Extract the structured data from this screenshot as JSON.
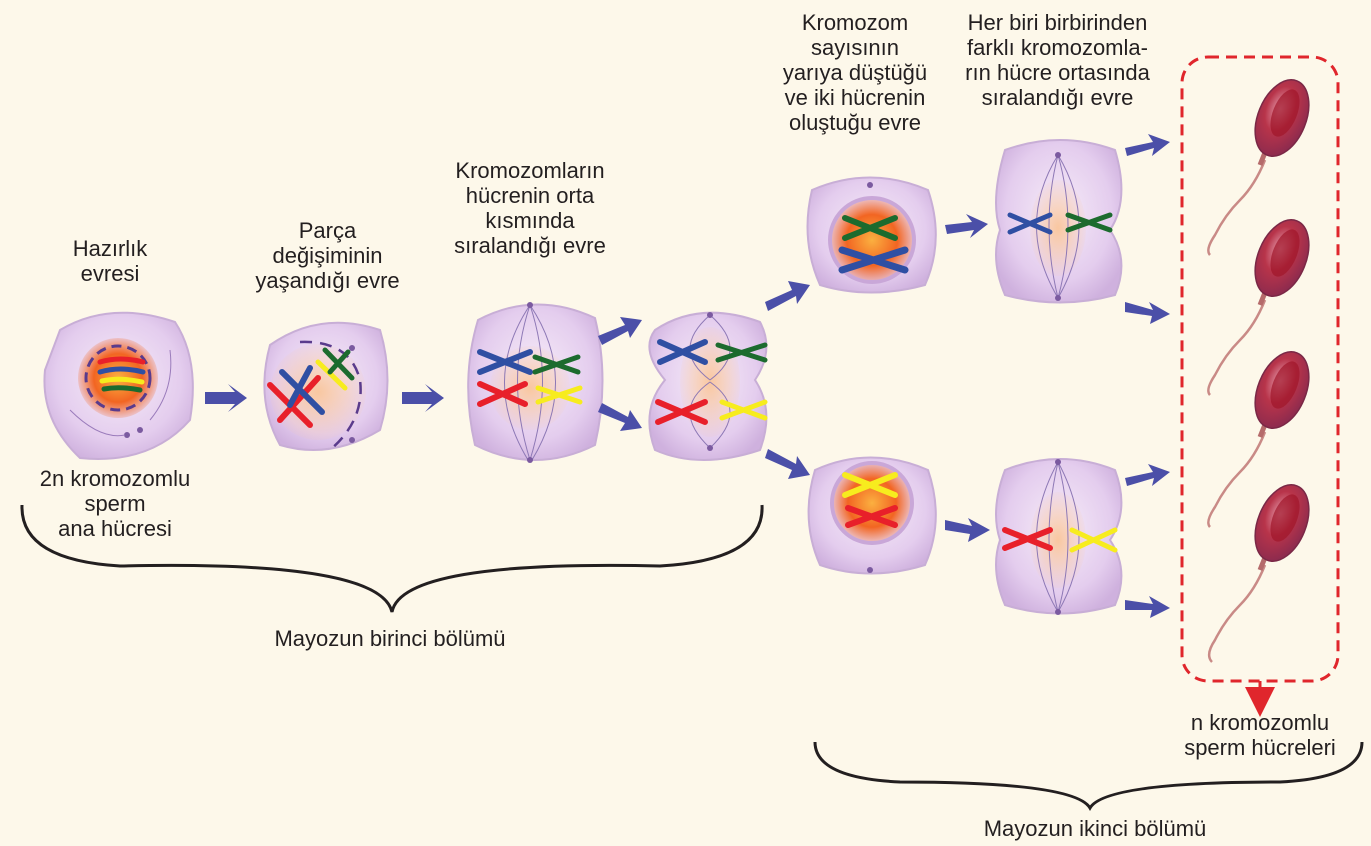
{
  "labels": {
    "prep": [
      "Hazırlık",
      "evresi"
    ],
    "crossover": [
      "Parça",
      "değişiminin",
      "yaşandığı evre"
    ],
    "metaphase1": [
      "Kromozomların",
      "hücrenin orta",
      "kısmında",
      "sıralandığı evre"
    ],
    "halving": [
      "Kromozom",
      "sayısının",
      "yarıya düştüğü",
      "ve iki hücrenin",
      "oluştuğu evre"
    ],
    "metaphase2": [
      "Her biri birbirinden",
      "farklı kromozomla-",
      "rın hücre ortasında",
      "sıralandığı evre"
    ],
    "mother_cell": [
      "2n kromozomlu",
      "sperm",
      "ana hücresi"
    ],
    "meiosis1": "Mayozun birinci bölümü",
    "sperm_cells": [
      "n kromozomlu",
      "sperm hücreleri"
    ],
    "meiosis2": "Mayozun ikinci bölümü"
  },
  "colors": {
    "background": "#fdf8ea",
    "cell_fill": "#e9d6f0",
    "cell_edge": "#c8aed6",
    "nucleus": "#f26522",
    "arrow": "#4b4fa8",
    "dashed_box": "#e0262c",
    "chromosome_red": "#e8202a",
    "chromosome_blue": "#2f4fa3",
    "chromosome_green": "#1c6b2e",
    "chromosome_yellow": "#f7ec1e"
  }
}
